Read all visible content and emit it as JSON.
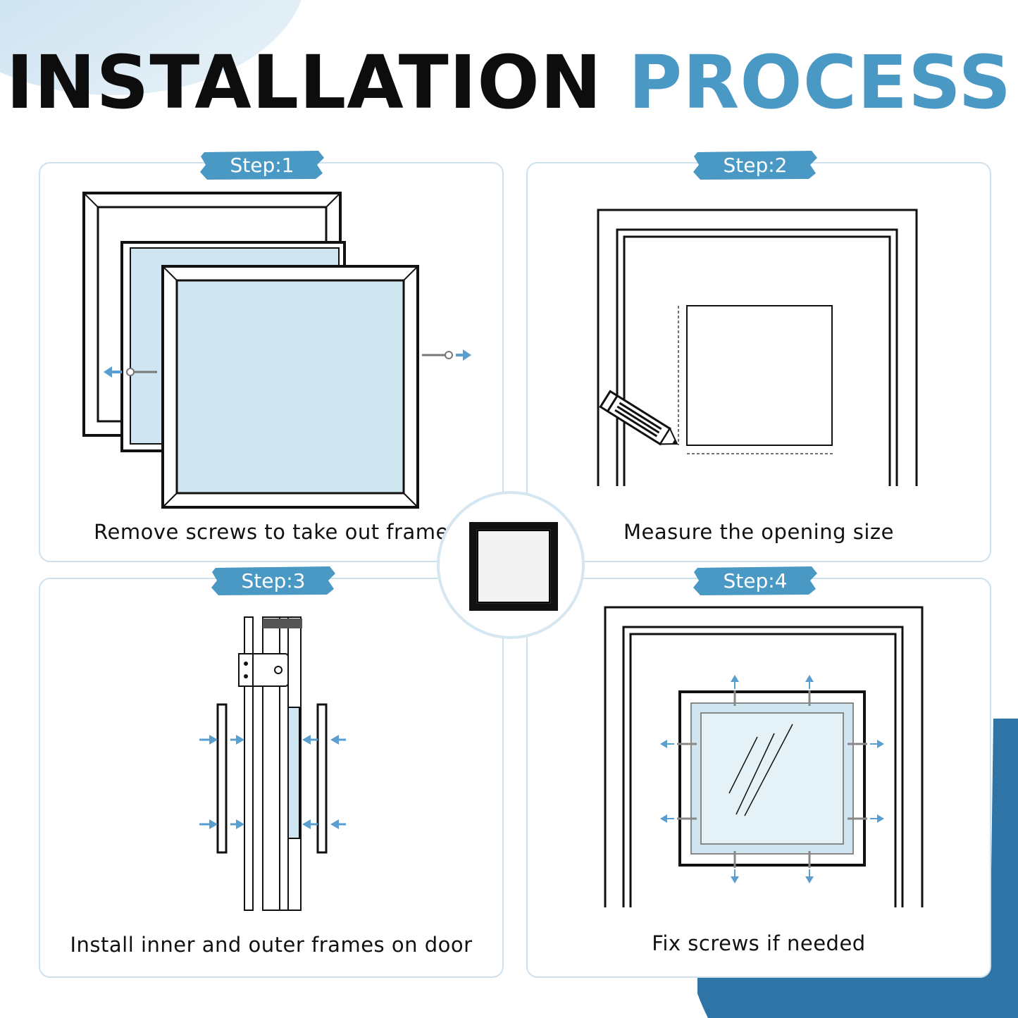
{
  "title": {
    "part1": "INSTALLATION",
    "part2": "PROCESS"
  },
  "colors": {
    "accent": "#4a98c4",
    "dark_blue": "#2f74a6",
    "glass": "#cfe5f0",
    "text": "#111111"
  },
  "steps": [
    {
      "badge": "Step:1",
      "caption": "Remove screws to take out frame"
    },
    {
      "badge": "Step:2",
      "caption": "Measure the opening size"
    },
    {
      "badge": "Step:3",
      "caption": "Install inner and outer frames on door"
    },
    {
      "badge": "Step:4",
      "caption": "Fix screws if needed"
    }
  ]
}
